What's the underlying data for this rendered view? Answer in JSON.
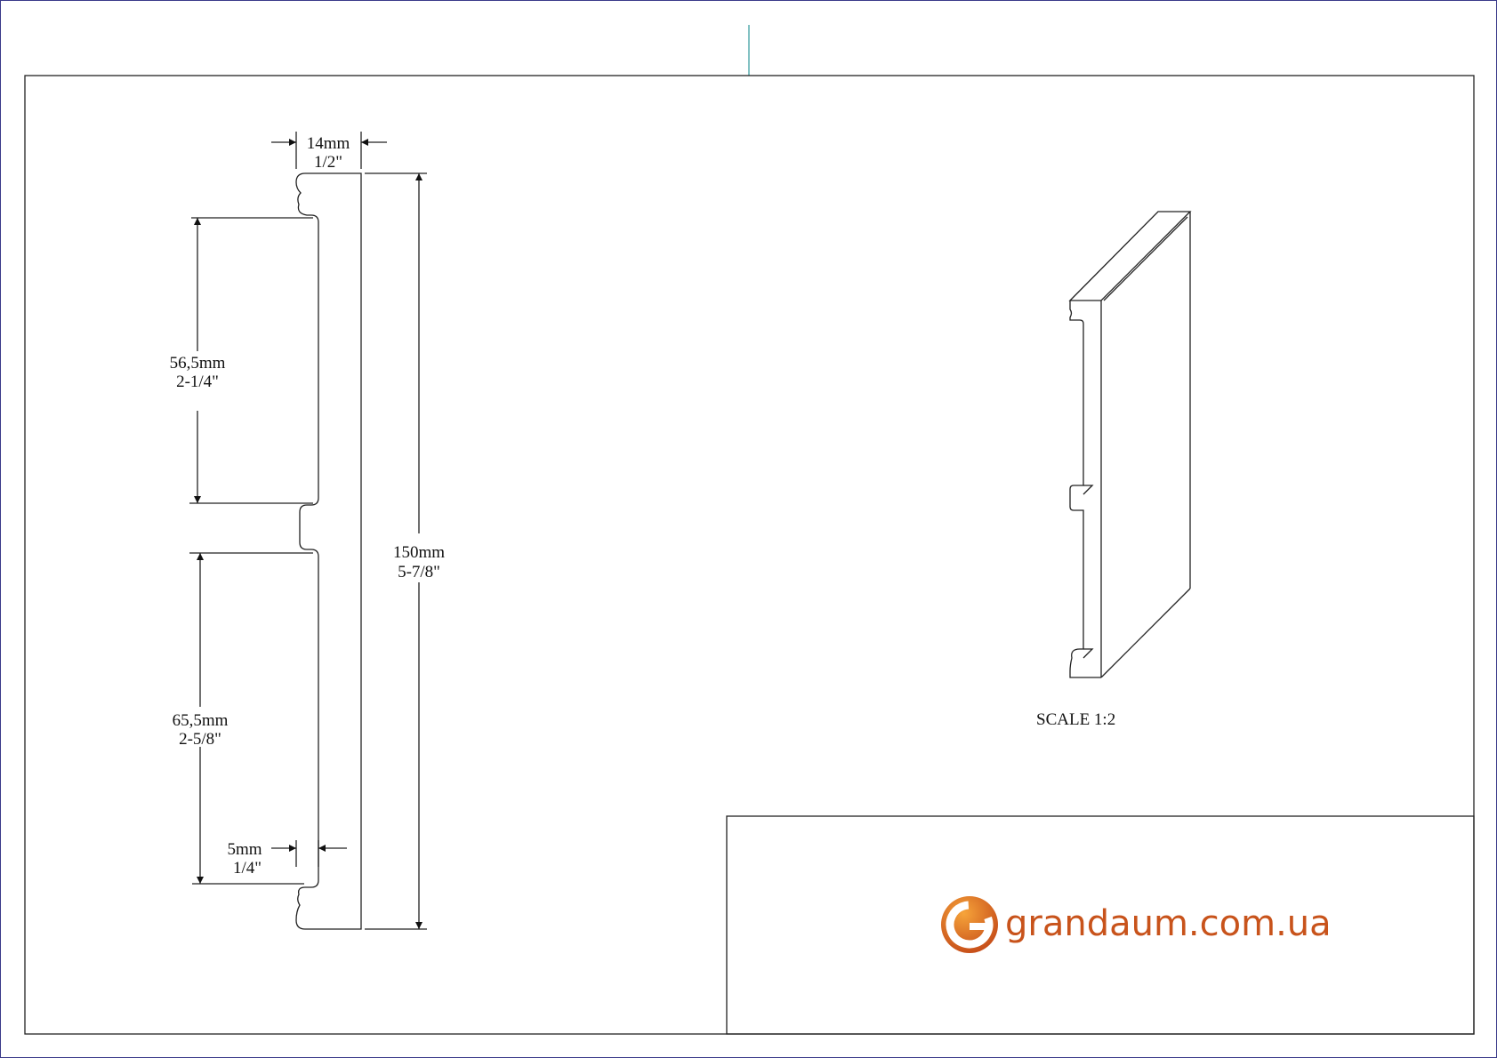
{
  "dimensions": {
    "thickness": {
      "mm": "14mm",
      "inch": "1/2\""
    },
    "height": {
      "mm": "150mm",
      "inch": "5-7/8\""
    },
    "upper_groove_span": {
      "mm": "56,5mm",
      "inch": "2-1/4\""
    },
    "lower_groove_span": {
      "mm": "65,5mm",
      "inch": "2-5/8\""
    },
    "groove_depth": {
      "mm": "5mm",
      "inch": "1/4\""
    }
  },
  "isometric": {
    "scale_label": "SCALE  1:2"
  },
  "title_block": {
    "logo_text": "grandaum.com.ua",
    "logo_letter": "G"
  },
  "colors": {
    "logo": "#c8531b",
    "logo_light": "#f39a2e",
    "marker": "#5aaeb0"
  }
}
